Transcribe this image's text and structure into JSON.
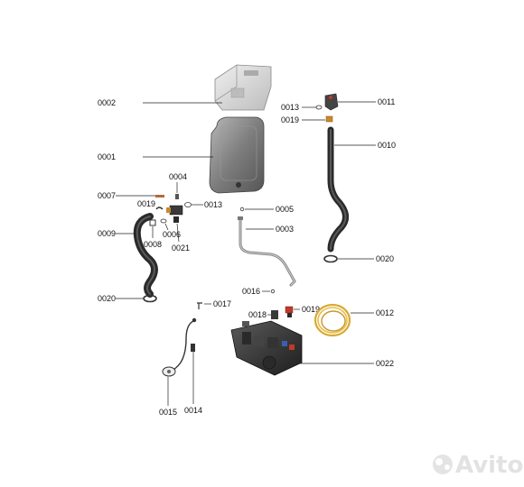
{
  "diagram": {
    "parts": [
      {
        "id": "0002",
        "name": "bracket"
      },
      {
        "id": "0001",
        "name": "expansion-vessel"
      },
      {
        "id": "0013",
        "name": "o-ring"
      },
      {
        "id": "0019",
        "name": "clip"
      },
      {
        "id": "0011",
        "name": "elbow-fitting"
      },
      {
        "id": "0010",
        "name": "flexible-hose"
      },
      {
        "id": "0004",
        "name": "small-fitting"
      },
      {
        "id": "0007",
        "name": "screw"
      },
      {
        "id": "0009",
        "name": "hose"
      },
      {
        "id": "0008",
        "name": "clip"
      },
      {
        "id": "0006",
        "name": "seal"
      },
      {
        "id": "0021",
        "name": "valve"
      },
      {
        "id": "0005",
        "name": "seal"
      },
      {
        "id": "0003",
        "name": "pipe"
      },
      {
        "id": "0020",
        "name": "hose-clamp"
      },
      {
        "id": "0016",
        "name": "seal"
      },
      {
        "id": "0017",
        "name": "pin"
      },
      {
        "id": "0018",
        "name": "sensor"
      },
      {
        "id": "0012",
        "name": "coiled-tube"
      },
      {
        "id": "0022",
        "name": "hydraulic-block"
      },
      {
        "id": "0015",
        "name": "pressure-sensor"
      },
      {
        "id": "0014",
        "name": "cable"
      }
    ],
    "labels": {
      "l0002": "0002",
      "l0001": "0001",
      "l0013a": "0013",
      "l0019a": "0019",
      "l0011": "0011",
      "l0010": "0010",
      "l0004": "0004",
      "l0007": "0007",
      "l0019b": "0019",
      "l0013b": "0013",
      "l0009": "0009",
      "l0008": "0008",
      "l0006": "0006",
      "l0021": "0021",
      "l0005": "0005",
      "l0003": "0003",
      "l0020a": "0020",
      "l0020b": "0020",
      "l0016": "0016",
      "l0017": "0017",
      "l0018": "0018",
      "l0019c": "0019",
      "l0012": "0012",
      "l0022": "0022",
      "l0015": "0015",
      "l0014": "0014"
    },
    "watermark": "Avito",
    "colors": {
      "vessel": "#8a8a8a",
      "bracket": "#d6d6d6",
      "hose": "#2a2a2a",
      "coil": "#d8a934",
      "block": "#3a3a3a",
      "accent_red": "#c0392b",
      "accent_blue": "#3b5fb0"
    }
  }
}
